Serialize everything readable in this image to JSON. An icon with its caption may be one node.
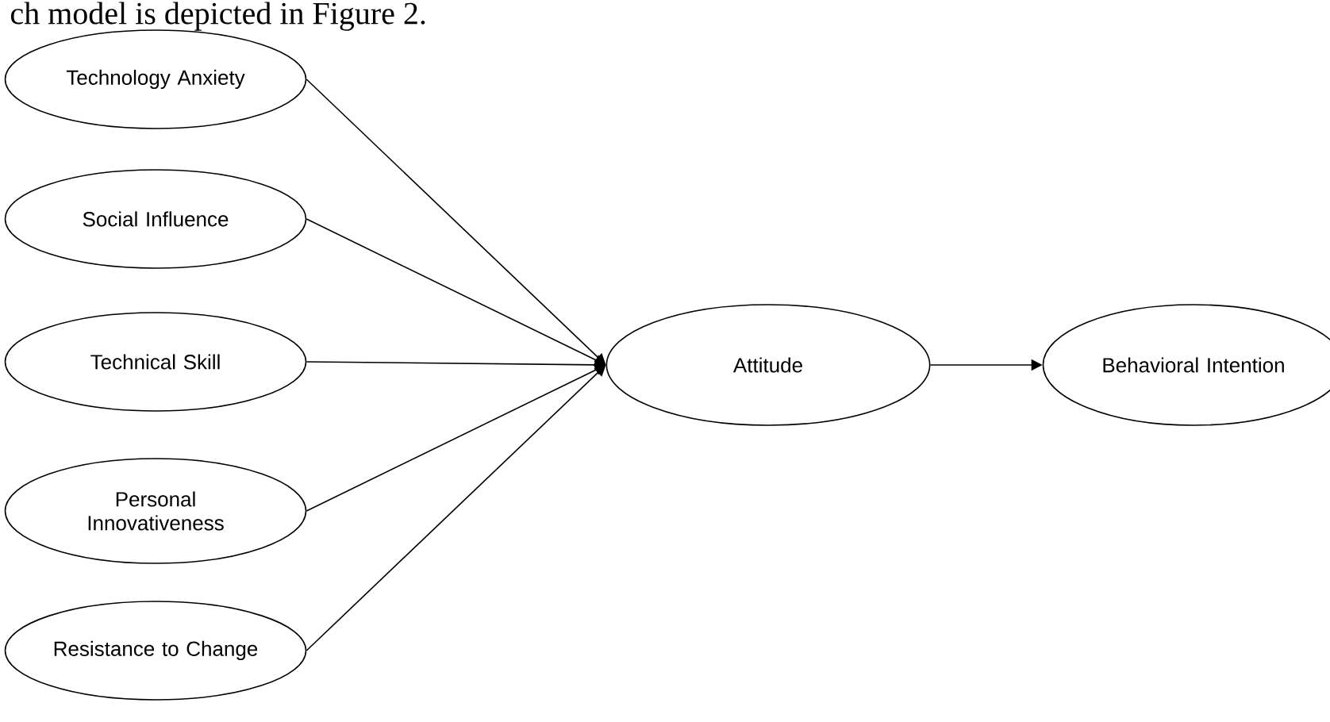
{
  "diagram": {
    "nodes": [
      {
        "text": [
          "Technology Anxiety"
        ]
      },
      {
        "text": [
          "Social Influence"
        ]
      },
      {
        "text": [
          "Technical Skill"
        ]
      },
      {
        "text": [
          "Personal Innovativeness"
        ]
      },
      {
        "text": [
          "Resistance to Change"
        ]
      },
      {
        "text": [
          "Attitude"
        ]
      },
      {
        "text": [
          "Behavioral Intention"
        ]
      }
    ],
    "edges": [
      {
        "from": 0,
        "to": 5,
        "arrow": "to"
      },
      {
        "from": 1,
        "to": 5,
        "arrow": "to"
      },
      {
        "from": 2,
        "to": 5,
        "arrow": "to"
      },
      {
        "from": 3,
        "to": 5,
        "arrow": "to"
      },
      {
        "from": 4,
        "to": 5,
        "arrow": "to"
      },
      {
        "from": 5,
        "to": 6,
        "arrow": "to"
      }
    ],
    "labels": [
      "ch model is depicted in Figure 2."
    ]
  }
}
